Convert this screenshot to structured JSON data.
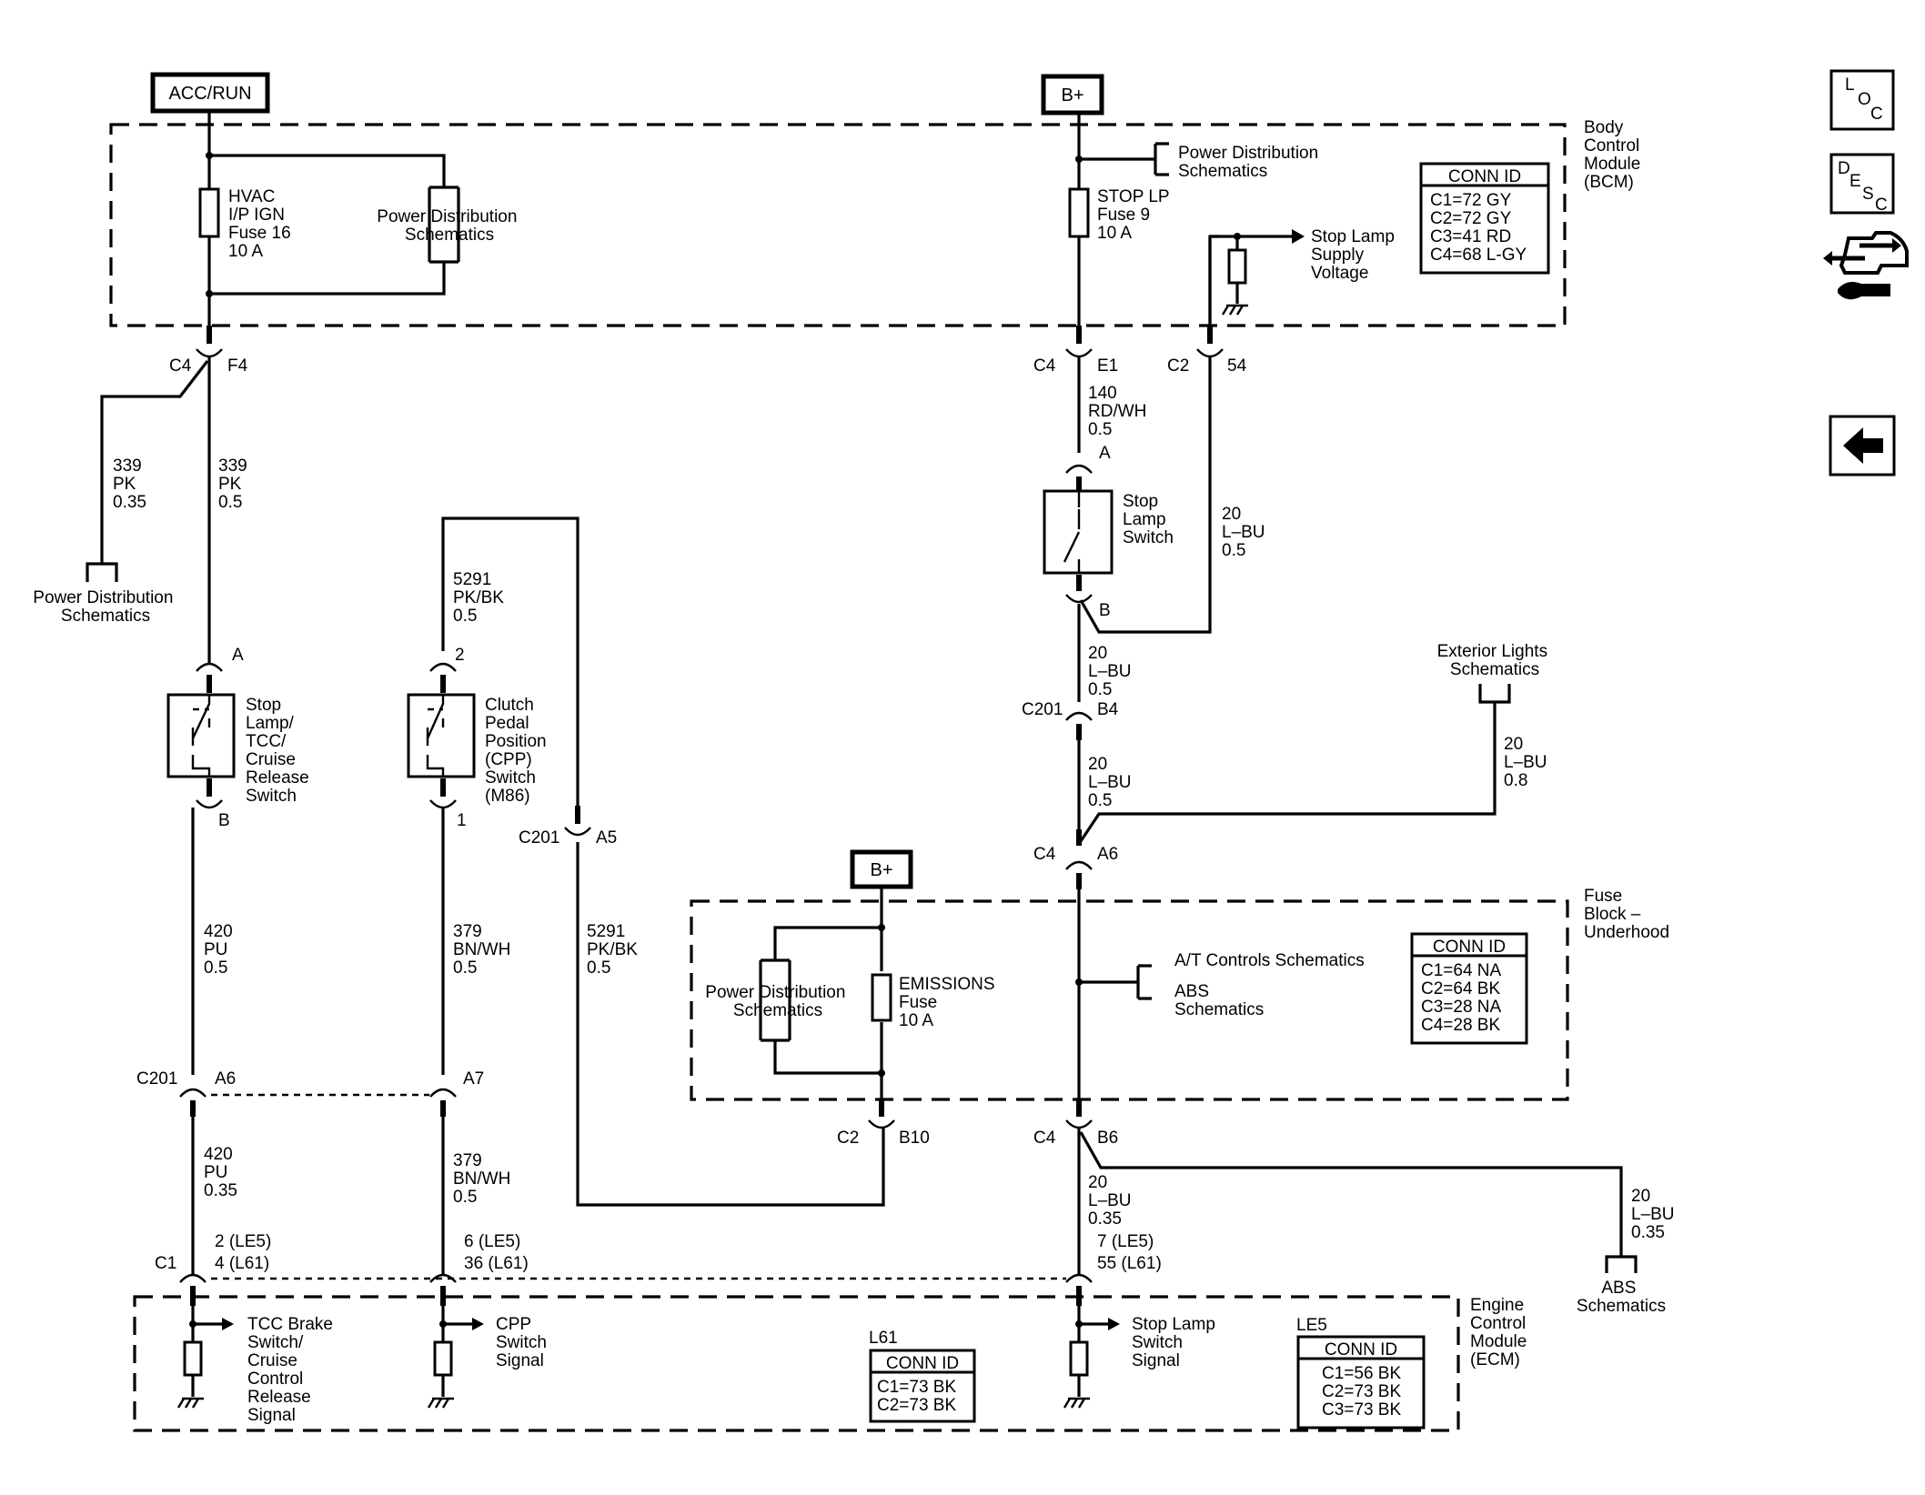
{
  "power_sources": {
    "acc_run": "ACC/RUN",
    "bplus_top": "B+",
    "bplus_fuse_block": "B+"
  },
  "modules": {
    "bcm": [
      "Body",
      "Control",
      "Module",
      "(BCM)"
    ],
    "fuse_block": [
      "Fuse",
      "Block –",
      "Underhood"
    ],
    "ecm": [
      "Engine",
      "Control",
      "Module",
      "(ECM)"
    ]
  },
  "fuses": {
    "hvac": [
      "HVAC",
      "I/P IGN",
      "Fuse 16",
      "10 A"
    ],
    "stop_lp": [
      "STOP LP",
      "Fuse 9",
      "10 A"
    ],
    "emissions": [
      "EMISSIONS",
      "Fuse",
      "10 A"
    ]
  },
  "references": {
    "pwr_dist_bcm_left": [
      "Power Distribution",
      "Schematics"
    ],
    "pwr_dist_bcm_right": [
      "Power Distribution",
      "Schematics"
    ],
    "pwr_dist_left": [
      "Power Distribution",
      "Schematics"
    ],
    "pwr_dist_fuse_block": [
      "Power Distribution",
      "Schematics"
    ],
    "stop_lamp_supply": [
      "Stop Lamp",
      "Supply",
      "Voltage"
    ],
    "exterior_lights": [
      "Exterior Lights",
      "Schematics"
    ],
    "at_controls": "A/T Controls Schematics",
    "abs_fuse_block": [
      "ABS",
      "Schematics"
    ],
    "abs_right": [
      "ABS",
      "Schematics"
    ]
  },
  "conn_tables": {
    "bcm": {
      "title": "CONN ID",
      "rows": [
        "C1=72 GY",
        "C2=72 GY",
        "C3=41 RD",
        "C4=68 L-GY"
      ]
    },
    "fuse_block": {
      "title": "CONN ID",
      "rows": [
        "C1=64 NA",
        "C2=64 BK",
        "C3=28 NA",
        "C4=28 BK"
      ]
    },
    "ecm_l61": {
      "label": "L61",
      "title": "CONN ID",
      "rows": [
        "C1=73 BK",
        "C2=73 BK"
      ]
    },
    "ecm_le5": {
      "label": "LE5",
      "title": "CONN ID",
      "rows": [
        "C1=56 BK",
        "C2=73 BK",
        "C3=73 BK"
      ]
    }
  },
  "connectors": {
    "c4_f4": [
      "C4",
      "F4"
    ],
    "c4_e1": [
      "C4",
      "E1"
    ],
    "c2_54": [
      "C2",
      "54"
    ],
    "a_stop_switch": "A",
    "b_stop_switch": "B",
    "c201_b4": [
      "C201",
      "B4"
    ],
    "c4_a6": [
      "C4",
      "A6"
    ],
    "c201_a5": [
      "C201",
      "A5"
    ],
    "a_left_switch": "A",
    "b_left_switch": "B",
    "pin2_cpp": "2",
    "pin1_cpp": "1",
    "c201_a6": [
      "C201",
      "A6"
    ],
    "a7": "A7",
    "c2_b10": [
      "C2",
      "B10"
    ],
    "c4_b6": [
      "C4",
      "B6"
    ],
    "c1": "C1",
    "pins_col1": [
      "2 (LE5)",
      "4 (L61)"
    ],
    "pins_col2": [
      "6 (LE5)",
      "36 (L61)"
    ],
    "pins_col3": [
      "7 (LE5)",
      "55 (L61)"
    ]
  },
  "wires": {
    "w339_035": [
      "339",
      "PK",
      "0.35"
    ],
    "w339_05": [
      "339",
      "PK",
      "0.5"
    ],
    "w5291_top": [
      "5291",
      "PK/BK",
      "0.5"
    ],
    "w5291_mid": [
      "5291",
      "PK/BK",
      "0.5"
    ],
    "w140": [
      "140",
      "RD/WH",
      "0.5"
    ],
    "w20_lbu_right": [
      "20",
      "L–BU",
      "0.5"
    ],
    "w20_lbu_b": [
      "20",
      "L–BU",
      "0.5"
    ],
    "w20_lbu_c201": [
      "20",
      "L–BU",
      "0.5"
    ],
    "w20_lbu_ext": [
      "20",
      "L–BU",
      "0.8"
    ],
    "w420_05": [
      "420",
      "PU",
      "0.5"
    ],
    "w379_05": [
      "379",
      "BN/WH",
      "0.5"
    ],
    "w420_035": [
      "420",
      "PU",
      "0.35"
    ],
    "w379_035": [
      "379",
      "BN/WH",
      "0.5"
    ],
    "w20_lbu_035": [
      "20",
      "L–BU",
      "0.35"
    ],
    "w20_lbu_abs": [
      "20",
      "L–BU",
      "0.35"
    ]
  },
  "components": {
    "stop_lamp_switch": [
      "Stop",
      "Lamp",
      "Switch"
    ],
    "tcc_switch": [
      "Stop",
      "Lamp/",
      "TCC/",
      "Cruise",
      "Release",
      "Switch"
    ],
    "cpp_switch": [
      "Clutch",
      "Pedal",
      "Position",
      "(CPP)",
      "Switch",
      "(M86)"
    ]
  },
  "signals": {
    "tcc": [
      "TCC Brake",
      "Switch/",
      "Cruise",
      "Control",
      "Release",
      "Signal"
    ],
    "cpp": [
      "CPP",
      "Switch",
      "Signal"
    ],
    "stop_lamp": [
      "Stop Lamp",
      "Switch",
      "Signal"
    ]
  },
  "nav": {
    "loc": [
      "L",
      "O",
      "C"
    ],
    "desc": [
      "D",
      "E",
      "S",
      "C"
    ],
    "tool_icon": "connector-tool-icon",
    "back_icon": "back-arrow-icon"
  }
}
